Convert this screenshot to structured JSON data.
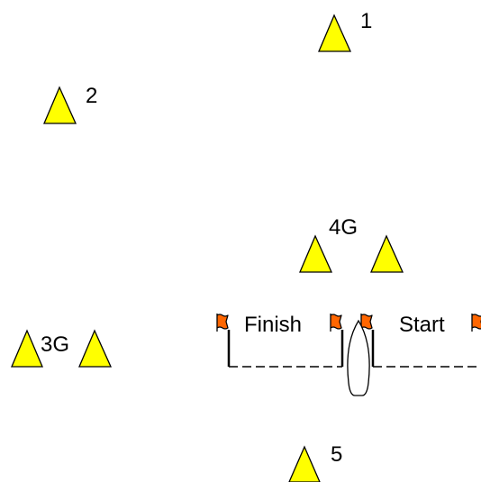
{
  "marks": {
    "mark_1": "1",
    "mark_2": "2",
    "mark_3g": "3G",
    "mark_4g": "4G",
    "mark_5": "5"
  },
  "lines": {
    "finish": "Finish",
    "start": "Start"
  },
  "colors": {
    "buoy_fill": "#ffff00",
    "buoy_stroke": "#000000",
    "flag_fill": "#ff6600",
    "line_color": "#000000",
    "boat_fill": "#ffffff"
  },
  "icons": {
    "buoy": "triangle-buoy-icon",
    "flag": "orange-flag-icon",
    "boat": "boat-hull-icon"
  }
}
